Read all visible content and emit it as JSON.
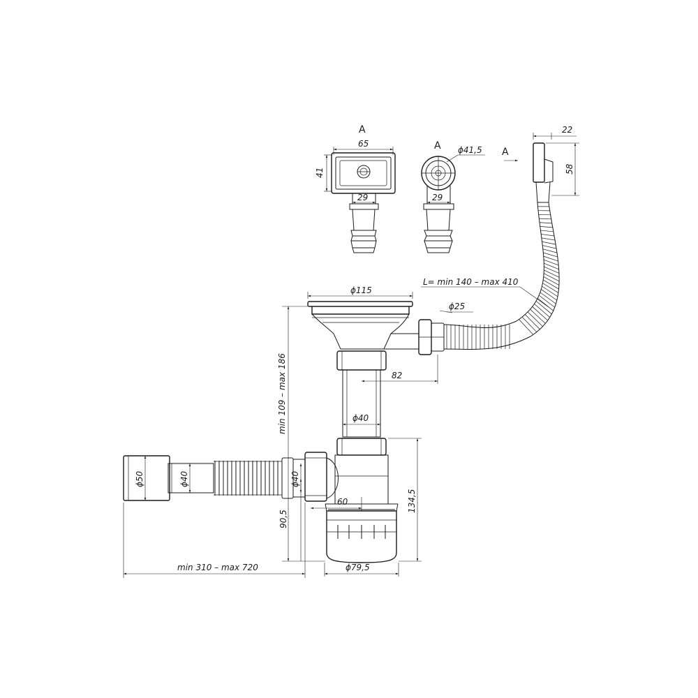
{
  "view_labels": {
    "a_front": "A",
    "a_side": "A",
    "a_arrow": "A"
  },
  "dimensions": {
    "grid_width": "65",
    "grid_height": "41",
    "grid_outlet": "29",
    "side_outlet": "29",
    "side_diameter": "ϕ41,5",
    "overflow_width": "22",
    "overflow_height": "58",
    "hose_length": "L= min 140 – max 410",
    "strainer_diameter": "ϕ115",
    "overflow_hose_diameter": "ϕ25",
    "overflow_offset": "82",
    "pipe_diameter": "ϕ40",
    "bottle_height_total": "min 109 – max 186",
    "outlet_pipe_diameter_large": "ϕ50",
    "outlet_pipe_diameter_small": "ϕ40",
    "outlet_nut_diameter": "ϕ40",
    "outlet_offset": "60",
    "bottle_height": "134,5",
    "outlet_height": "90,5",
    "outlet_length": "min 310 – max 720",
    "bottle_diameter": "ϕ79,5"
  }
}
